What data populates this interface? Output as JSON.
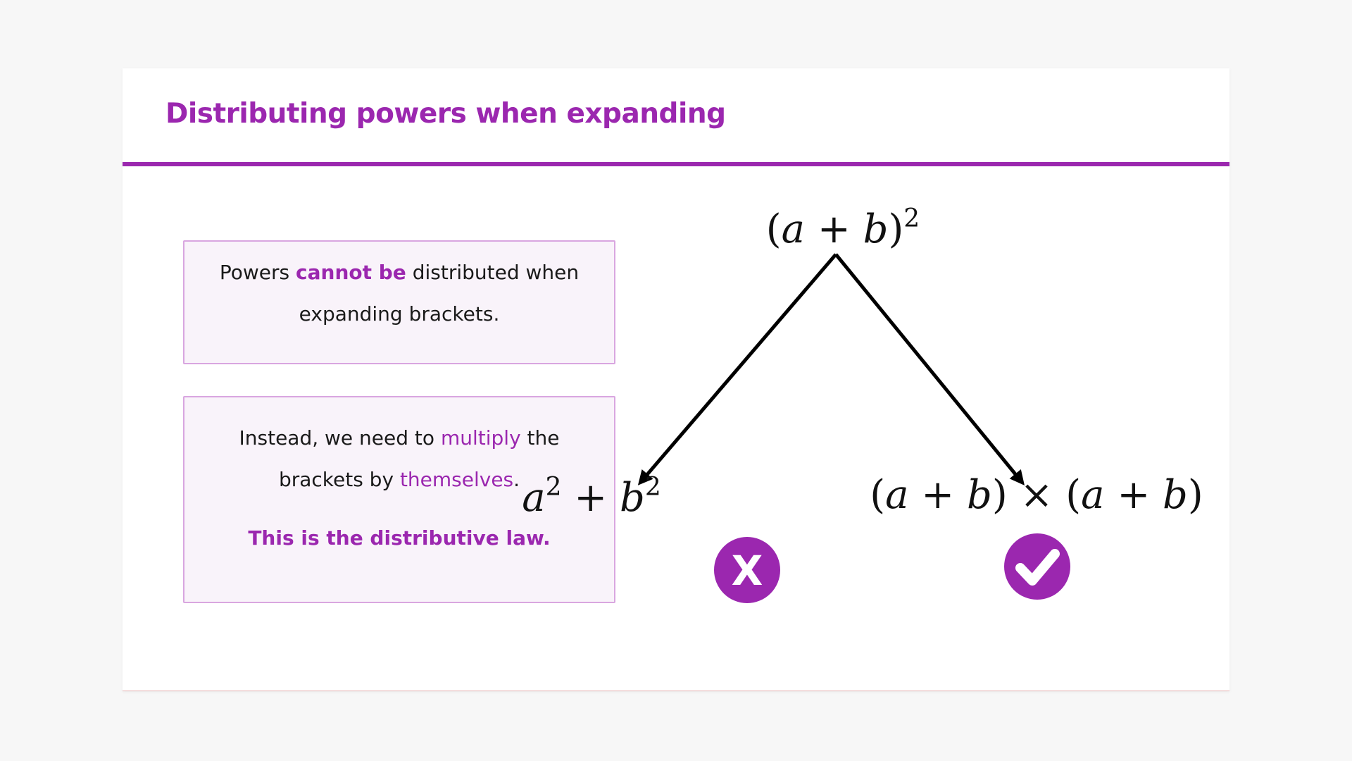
{
  "slide": {
    "title": "Distributing powers when expanding"
  },
  "box1": {
    "before": "Powers ",
    "emphasis": "cannot be",
    "after": " distributed when expanding brackets."
  },
  "box2": {
    "part1": "Instead, we need to ",
    "multiply": "multiply",
    "part2": " the brackets by ",
    "themselves": "themselves",
    "part3": ".",
    "law": "This is the distributive law."
  },
  "diagram": {
    "top": {
      "open": "(",
      "a": "a",
      "plus": " + ",
      "b": "b",
      "close": ")",
      "exponent": "2"
    },
    "wrong": {
      "a": "a",
      "a_exp": "2",
      "plus": " + ",
      "b": "b",
      "b_exp": "2",
      "mark": "X"
    },
    "right": {
      "open1": "(",
      "a1": "a",
      "plus1": " + ",
      "b1": "b",
      "close1": ")",
      "times": " × ",
      "open2": "(",
      "a2": "a",
      "plus2": " + ",
      "b2": "b",
      "close2": ")",
      "mark": "check-icon"
    }
  },
  "colors": {
    "accent": "#9b27af",
    "box_fill": "#f9f3fa",
    "box_border": "#d9a6e0",
    "text": "#1a1a1a",
    "arrow": "#000000"
  }
}
